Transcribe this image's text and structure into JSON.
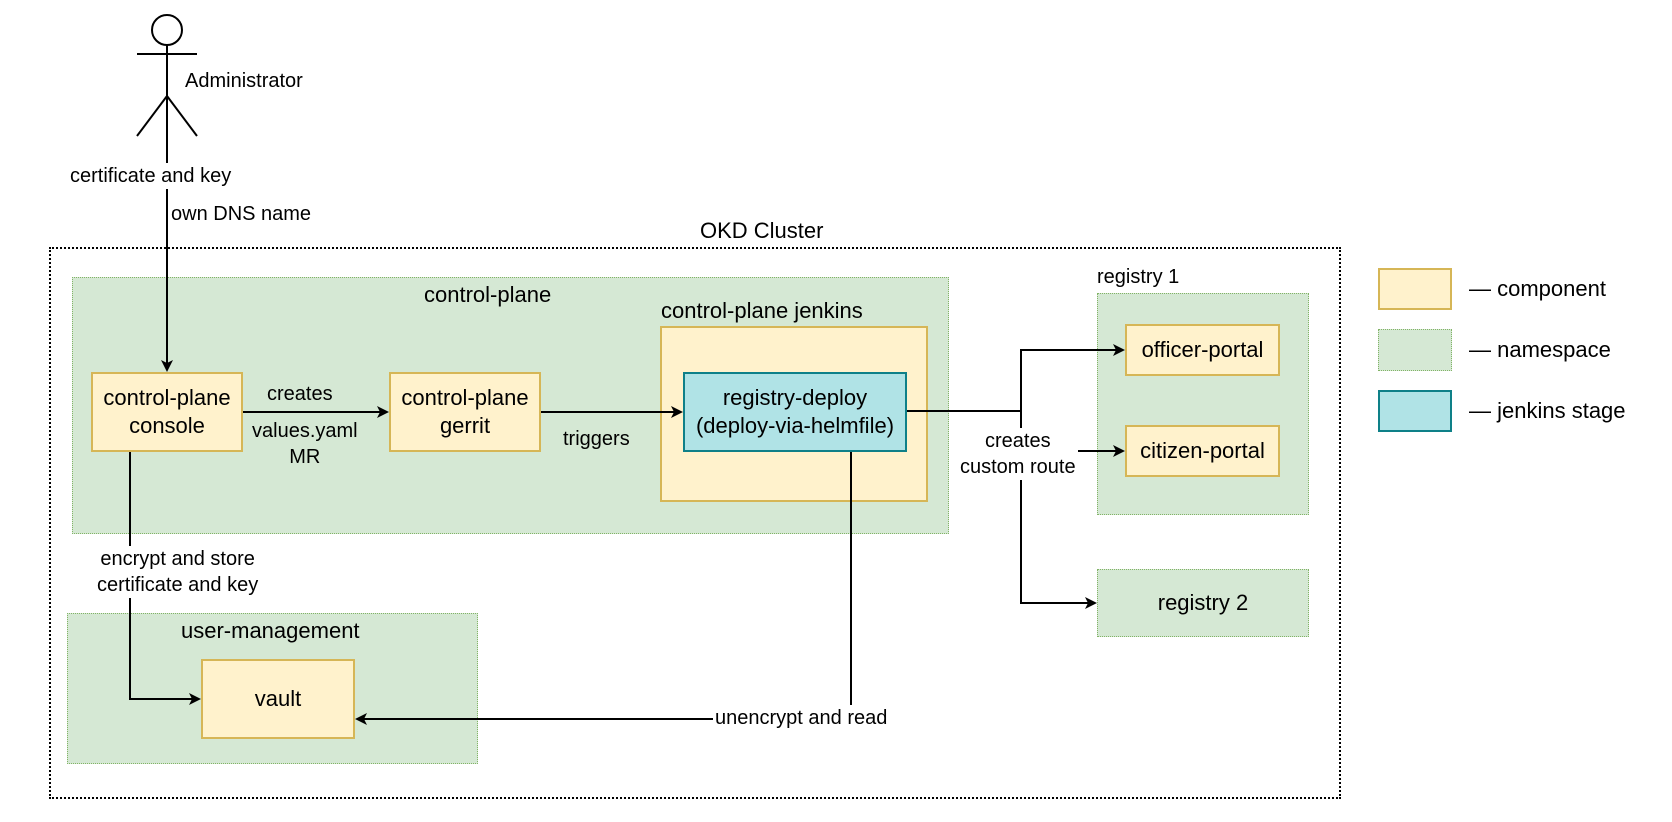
{
  "actor": {
    "name": "Administrator"
  },
  "cluster": {
    "title": "OKD Cluster"
  },
  "namespaces": {
    "control_plane": "control-plane",
    "user_management": "user-management",
    "registry1": "registry 1",
    "registry2": "registry 2"
  },
  "jenkins": {
    "title": "control-plane jenkins"
  },
  "components": {
    "console": "control-plane\nconsole",
    "gerrit": "control-plane\ngerrit",
    "registry_deploy": "registry-deploy\n(deploy-via-helmfile)",
    "vault": "vault",
    "officer_portal": "officer-portal",
    "citizen_portal": "citizen-portal"
  },
  "edge_labels": {
    "cert_key": "certificate and key",
    "dns": "own DNS name",
    "creates": "creates",
    "values_mr": "values.yaml\nMR",
    "triggers": "triggers",
    "creates_route": "creates\ncustom route",
    "encrypt_store": "encrypt and store\ncertificate and key",
    "unencrypt": "unencrypt and read"
  },
  "legend": {
    "component": "— component",
    "namespace": "— namespace",
    "jenkins_stage": "— jenkins stage"
  },
  "colors": {
    "component_fill": "#fff2cc",
    "component_stroke": "#d6b656",
    "namespace_fill": "#d5e8d4",
    "namespace_stroke": "#82b366",
    "stage_fill": "#b0e3e6",
    "stage_stroke": "#0e8088"
  }
}
